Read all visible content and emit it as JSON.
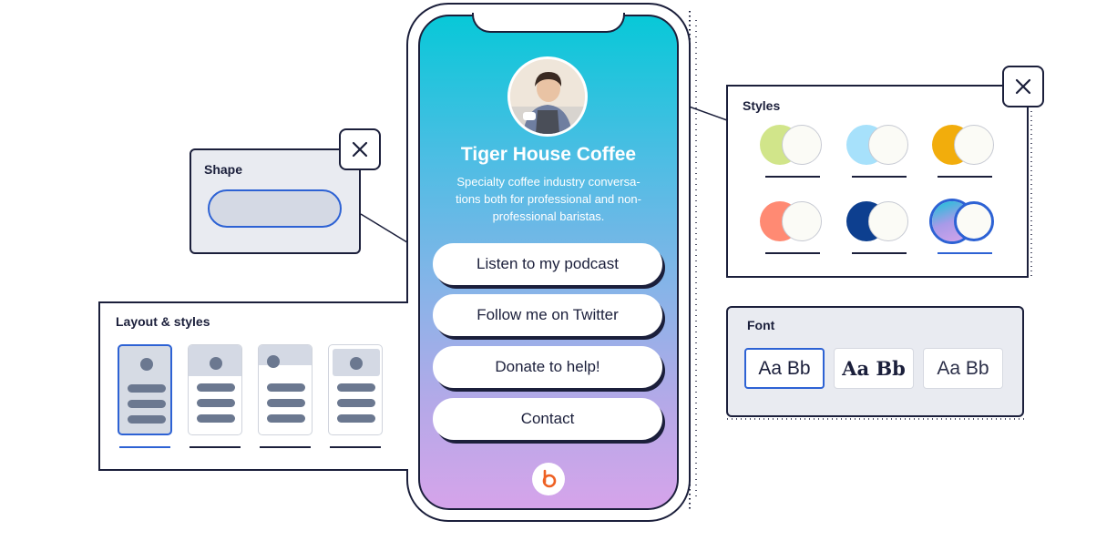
{
  "profile": {
    "name": "Tiger House Coffee",
    "bio": "Specialty coffee industry conversa-tions both for professional and non-professional baristas."
  },
  "links": [
    {
      "label": "Listen to my podcast"
    },
    {
      "label": "Follow me on Twitter"
    },
    {
      "label": "Donate to help!"
    },
    {
      "label": "Contact"
    }
  ],
  "shape_panel": {
    "title": "Shape",
    "selected": "pill"
  },
  "layout_panel": {
    "title": "Layout & styles",
    "selected_index": 0
  },
  "styles_panel": {
    "title": "Styles",
    "swatches": [
      {
        "primary": "#d1e58a",
        "secondary": "#fbfbf6"
      },
      {
        "primary": "#a7e1fb",
        "secondary": "#fbfbf6"
      },
      {
        "primary": "#f2ad0c",
        "secondary": "#fbfbf6"
      },
      {
        "primary": "#ff8a73",
        "secondary": "#fbfbf6"
      },
      {
        "primary": "#0d3f8f",
        "secondary": "#fbfbf6"
      },
      {
        "primary": "gradient-cyan-violet",
        "secondary": "#fbfbf6",
        "selected": true
      }
    ]
  },
  "font_panel": {
    "title": "Font",
    "options": [
      {
        "label": "Aa Bb",
        "style": "regular",
        "selected": true
      },
      {
        "label": "Aa Bb",
        "style": "slab-bold"
      },
      {
        "label": "Aa Bb",
        "style": "light"
      }
    ]
  },
  "icons": {
    "close": "close-icon",
    "brand": "bitly-logo-icon"
  },
  "colors": {
    "ink": "#1b1f3b",
    "accent": "#2d62d4",
    "brand_orange": "#ee6123",
    "panel_bg": "#e9ebf1"
  }
}
